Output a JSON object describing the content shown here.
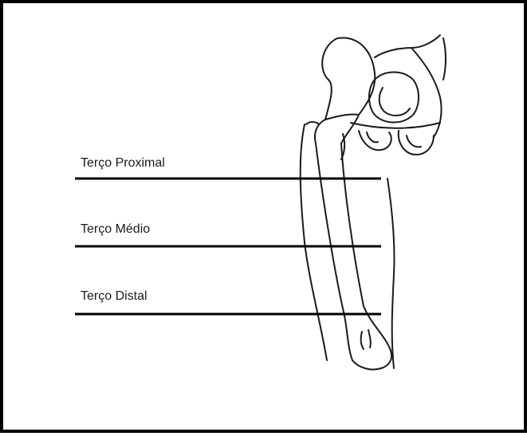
{
  "labels": {
    "proximal": "Terço Proximal",
    "medio": "Terço Médio",
    "distal": "Terço Distal"
  },
  "colors": {
    "border": "#000000",
    "line": "#000000",
    "drawing": "#1a1a1a",
    "background": "#ffffff"
  }
}
